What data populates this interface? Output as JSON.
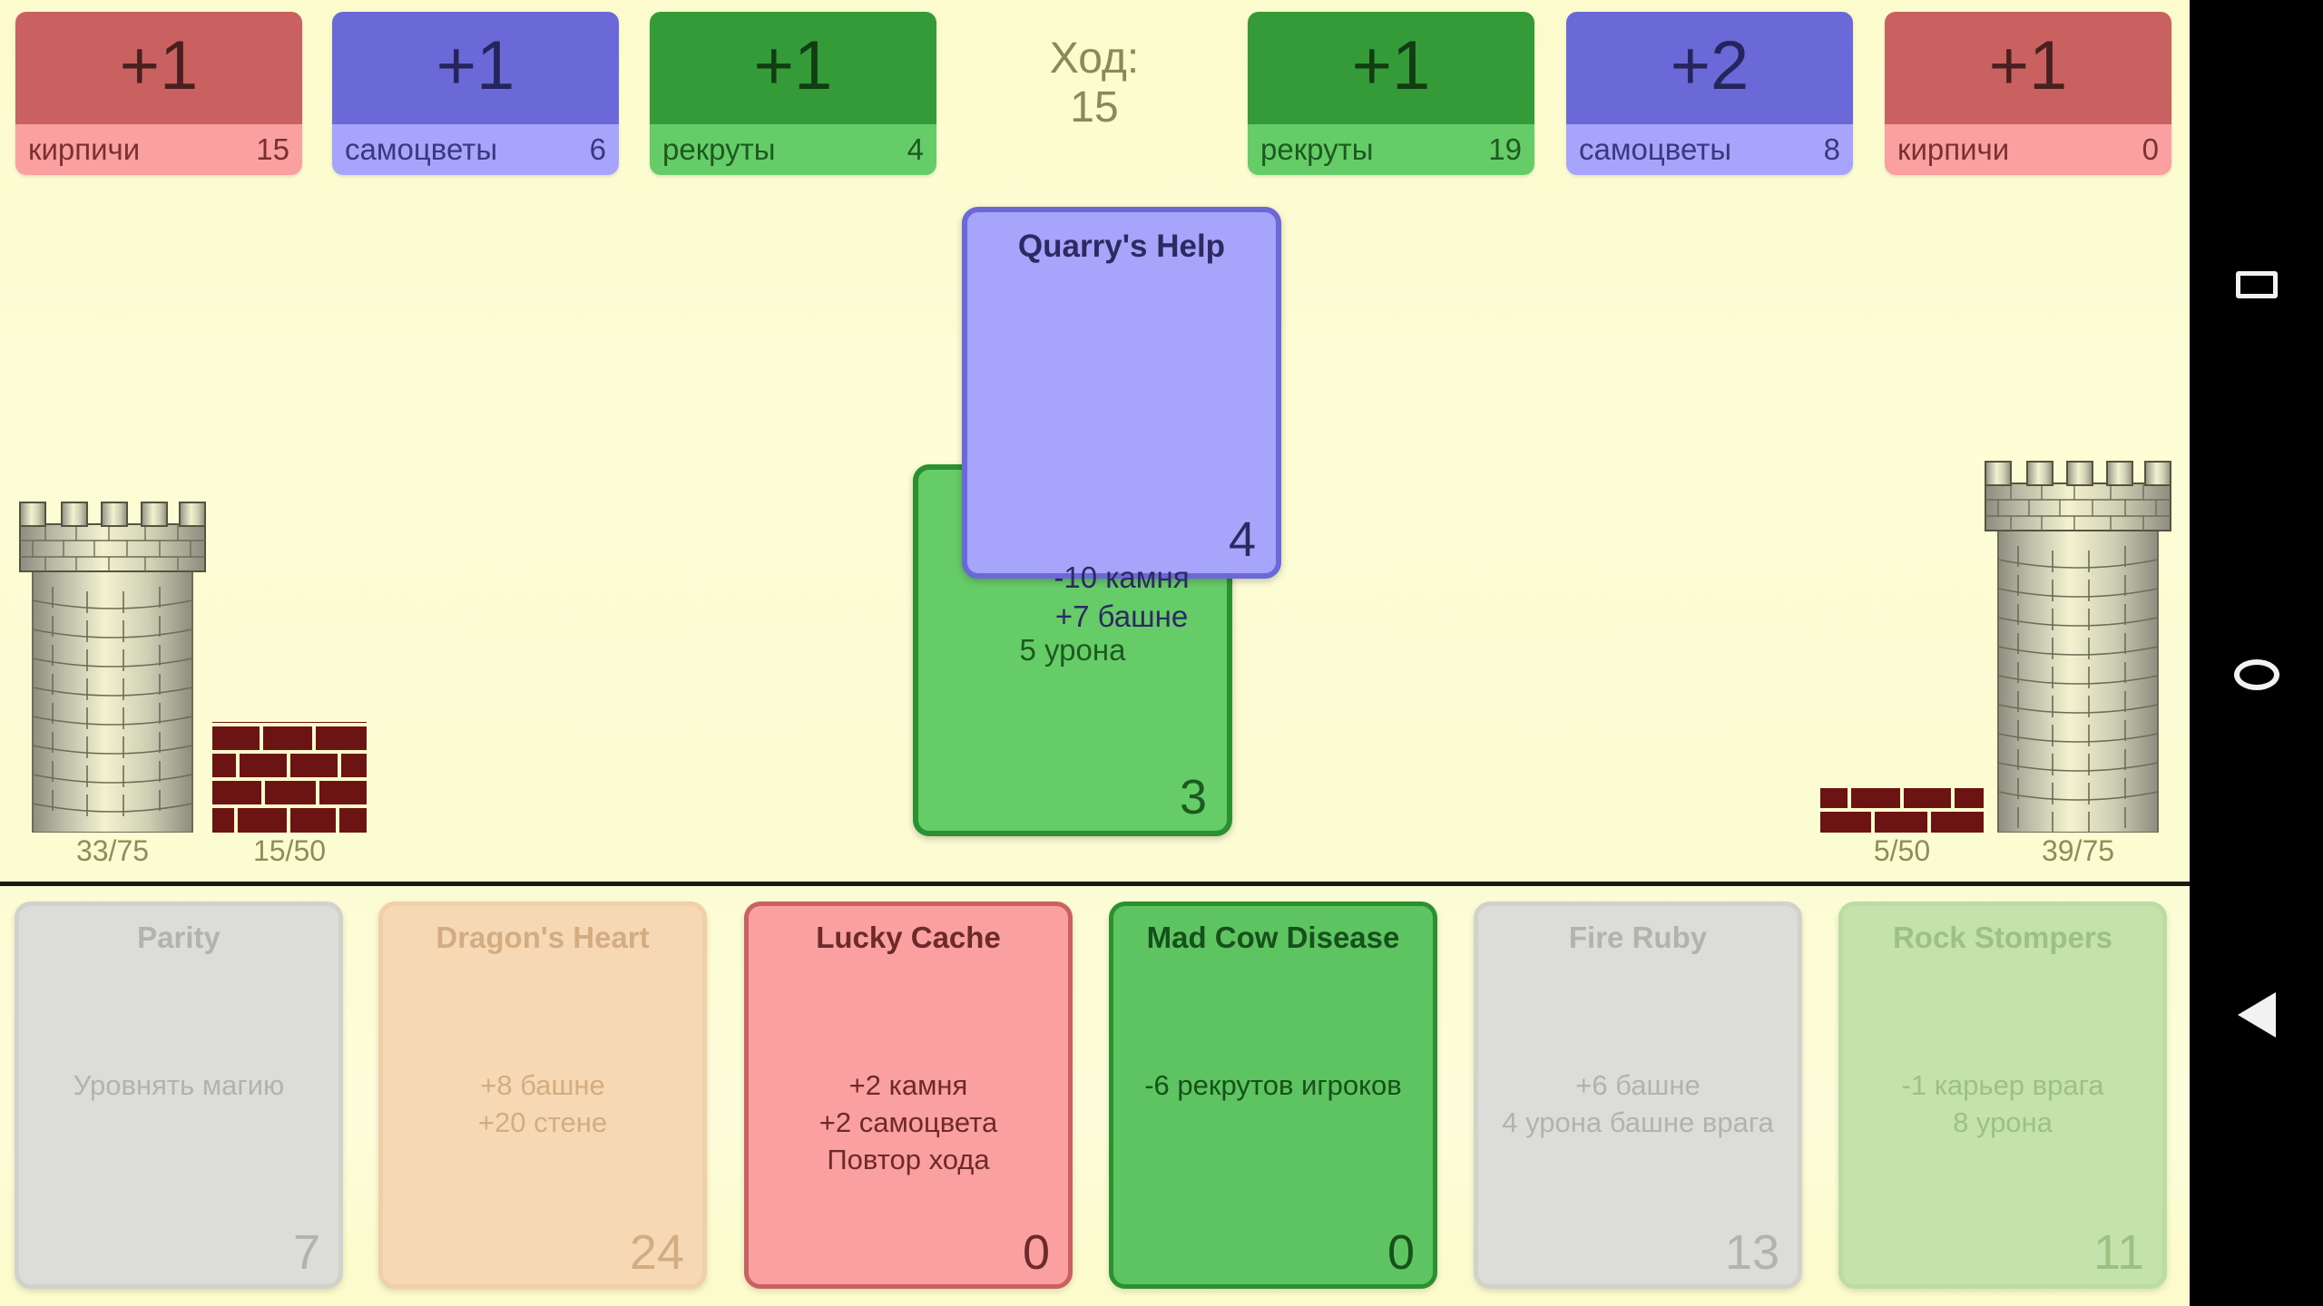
{
  "turn": {
    "label": "Ход:",
    "value": "15"
  },
  "resources": {
    "player": [
      {
        "name": "bricks-resource",
        "delta": "+1",
        "label": "кирпичи",
        "value": "15"
      },
      {
        "name": "gems-resource",
        "delta": "+1",
        "label": "самоцветы",
        "value": "6"
      },
      {
        "name": "recruits-resource",
        "delta": "+1",
        "label": "рекруты",
        "value": "4"
      }
    ],
    "enemy": [
      {
        "name": "recruits-resource",
        "delta": "+1",
        "label": "рекруты",
        "value": "19"
      },
      {
        "name": "gems-resource",
        "delta": "+2",
        "label": "самоцветы",
        "value": "8"
      },
      {
        "name": "bricks-resource",
        "delta": "+1",
        "label": "кирпичи",
        "value": "0"
      }
    ]
  },
  "structures": {
    "player_tower": "33/75",
    "player_wall": "15/50",
    "enemy_wall": "5/50",
    "enemy_tower": "39/75"
  },
  "played_cards": [
    {
      "title": "",
      "lines": [
        "5 урона"
      ],
      "cost": "3",
      "color": "green"
    },
    {
      "title": "Quarry's Help",
      "lines": [
        "-10 камня",
        "+7 башне"
      ],
      "cost": "4",
      "color": "blue"
    }
  ],
  "hand": [
    {
      "title": "Parity",
      "lines": [
        "Уровнять магию"
      ],
      "cost": "7",
      "disabled": true
    },
    {
      "title": "Dragon's Heart",
      "lines": [
        "+8 башне",
        "+20 стене"
      ],
      "cost": "24",
      "disabled": true
    },
    {
      "title": "Lucky Cache",
      "lines": [
        "+2 камня",
        "+2 самоцвета",
        "Повтор хода"
      ],
      "cost": "0",
      "disabled": false
    },
    {
      "title": "Mad Cow Disease",
      "lines": [
        "-6 рекрутов игроков"
      ],
      "cost": "0",
      "disabled": false
    },
    {
      "title": "Fire Ruby",
      "lines": [
        "+6 башне",
        "4 урона башне врага"
      ],
      "cost": "13",
      "disabled": true
    },
    {
      "title": "Rock Stompers",
      "lines": [
        "-1 карьер врага",
        "8 урона"
      ],
      "cost": "11",
      "disabled": true
    }
  ],
  "navbar": {
    "recents": "recents-square",
    "home": "home-circle",
    "back": "back-triangle"
  },
  "colors": {
    "background": "#fbfbcd",
    "bricks": "#c96161",
    "gems": "#6b68d8",
    "recruits": "#359a38",
    "label": "#8d8d5c"
  }
}
